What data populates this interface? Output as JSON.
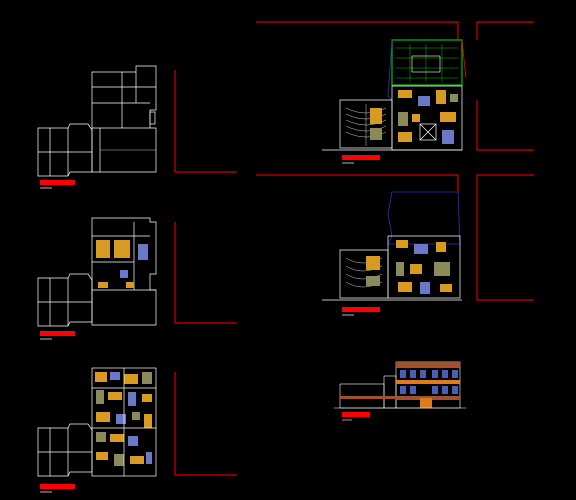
{
  "drawing": {
    "background": "#000000",
    "colors": {
      "outline": "#ffffff",
      "frame": "#ff0000",
      "site": "#3030c8",
      "landscape": "#00c000",
      "furniture": "#d89a20",
      "fixtures": "#6a78c8",
      "roof": "#8a8a5a",
      "facade_brown": "#a0522d",
      "facade_orange": "#e07b1c",
      "facade_blue": "#4a5fb0",
      "label_bar": "#ff0000"
    },
    "sheets": [
      {
        "id": "plan-left-1",
        "kind": "roof-plan"
      },
      {
        "id": "plan-left-2",
        "kind": "floor-plan-upper"
      },
      {
        "id": "plan-left-3",
        "kind": "floor-plan-ground"
      },
      {
        "id": "plan-right-1",
        "kind": "site-plan-detailed"
      },
      {
        "id": "plan-right-2",
        "kind": "site-plan"
      },
      {
        "id": "elevation",
        "kind": "front-elevation"
      }
    ]
  }
}
